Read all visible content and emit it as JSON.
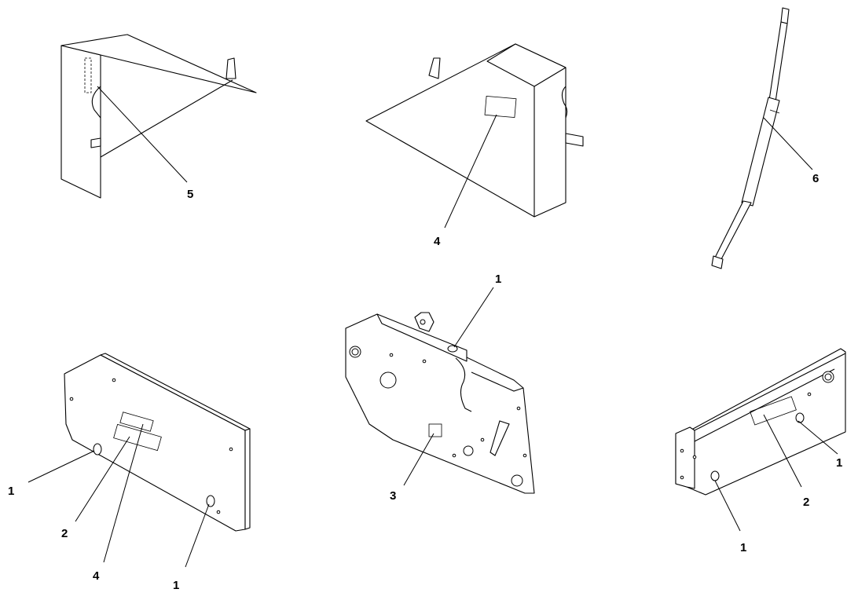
{
  "callouts": {
    "c_top_left_5": "5",
    "c_top_mid_4": "4",
    "c_top_right_6": "6",
    "c_bl_1a": "1",
    "c_bl_2": "2",
    "c_bl_4": "4",
    "c_bl_1b": "1",
    "c_bm_1": "1",
    "c_bm_3": "3",
    "c_br_1a": "1",
    "c_br_2": "2",
    "c_br_1b": "1"
  },
  "colors": {
    "line": "#000000",
    "background": "#ffffff"
  }
}
